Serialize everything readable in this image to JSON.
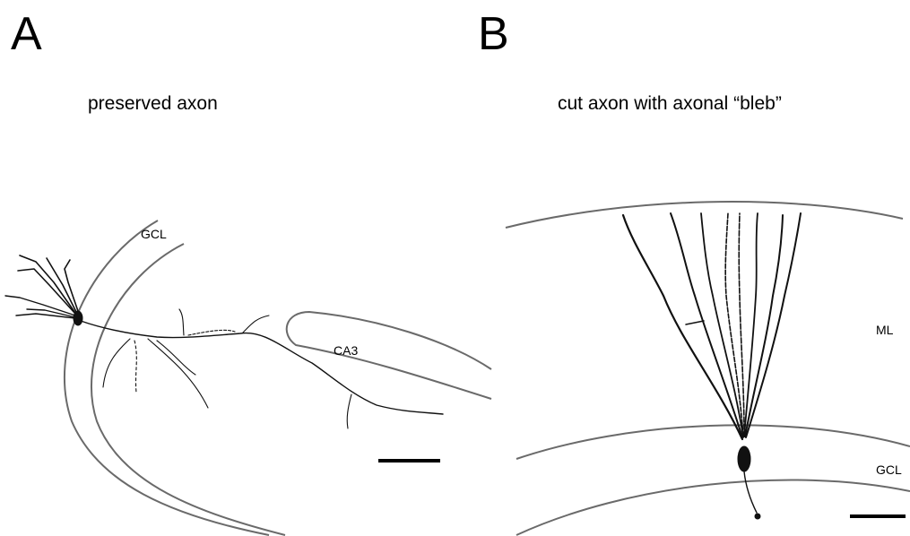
{
  "panel_a": {
    "letter": "A",
    "title": "preserved axon",
    "labels": {
      "gcl": "GCL",
      "ca3": "CA3"
    }
  },
  "panel_b": {
    "letter": "B",
    "title": "cut axon with axonal “bleb”",
    "labels": {
      "ml": "ML",
      "gcl": "GCL"
    }
  },
  "colors": {
    "outline": "#6a6a6a",
    "neuron": "#111111",
    "background": "#ffffff"
  }
}
